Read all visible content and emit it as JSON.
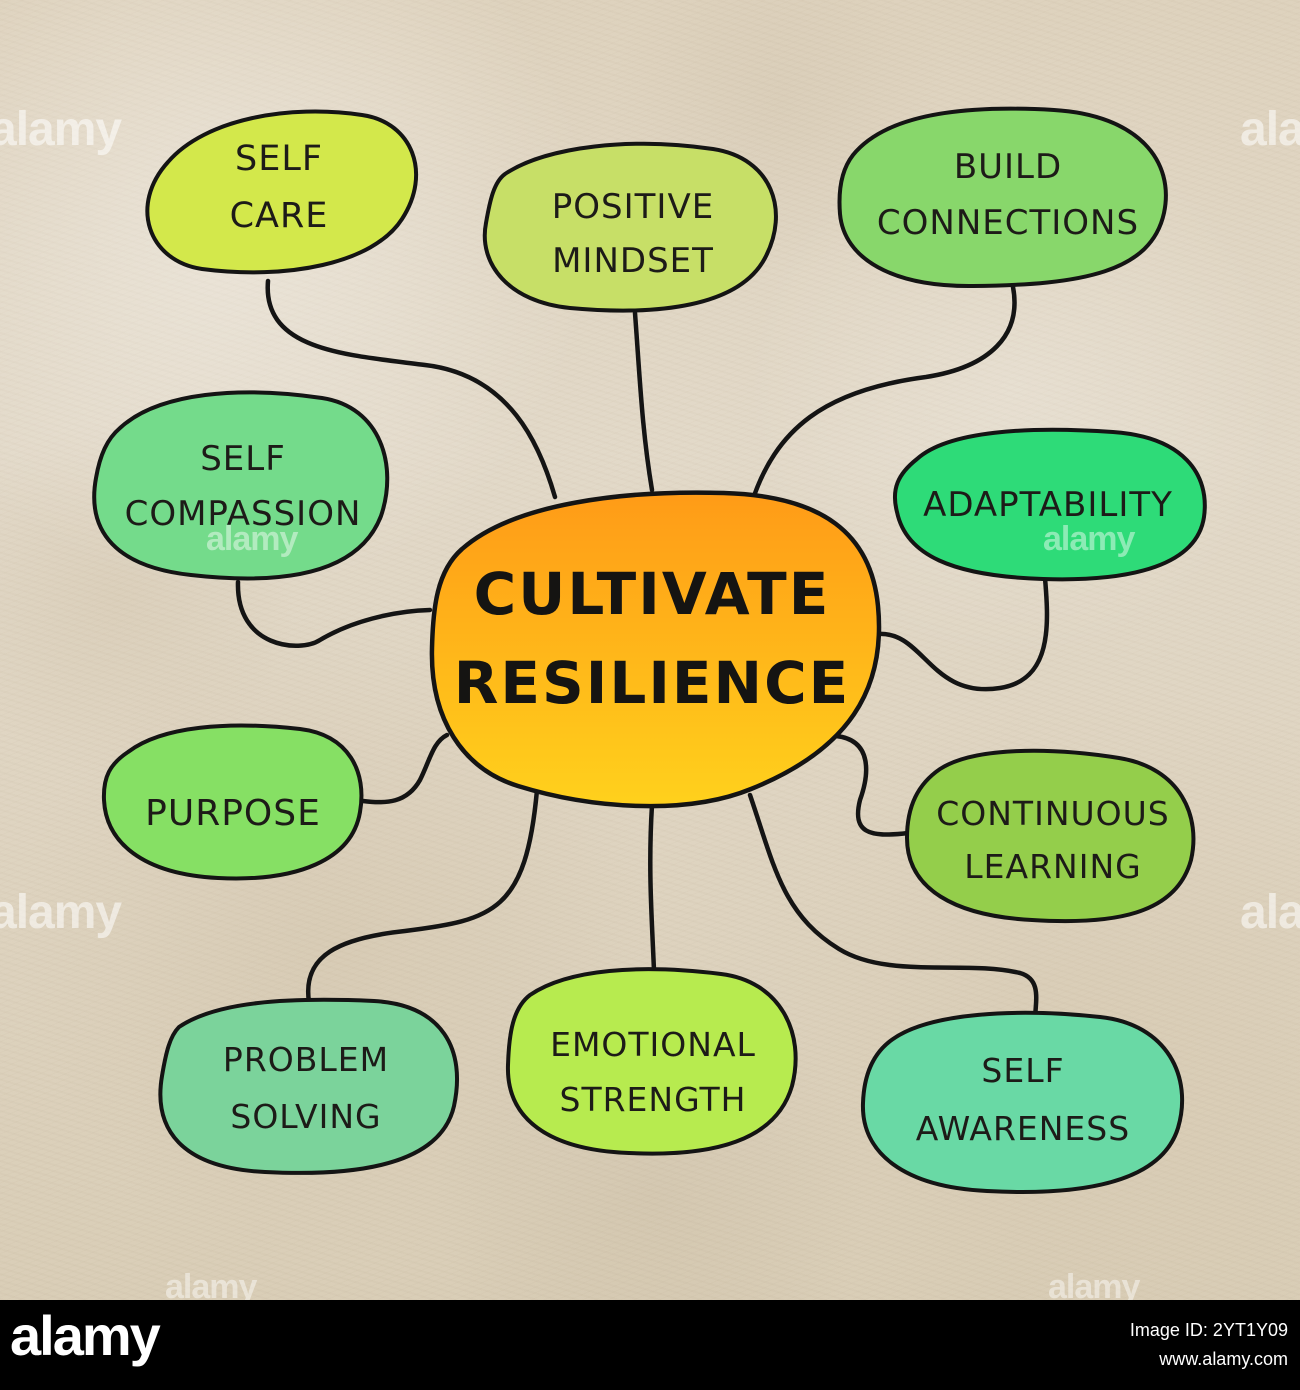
{
  "diagram": {
    "center": {
      "line1": "CULTIVATE",
      "line2": "RESILIENCE"
    },
    "nodes": [
      {
        "id": "self-care",
        "line1": "SELF",
        "line2": "CARE"
      },
      {
        "id": "positive-mindset",
        "line1": "POSITIVE",
        "line2": "MINDSET"
      },
      {
        "id": "build-connections",
        "line1": "BUILD",
        "line2": "CONNECTIONS"
      },
      {
        "id": "self-compassion",
        "line1": "SELF",
        "line2": "COMPASSION"
      },
      {
        "id": "adaptability",
        "line1": "ADAPTABILITY",
        "line2": ""
      },
      {
        "id": "purpose",
        "line1": "PURPOSE",
        "line2": ""
      },
      {
        "id": "continuous-learning",
        "line1": "CONTINUOUS",
        "line2": "LEARNING"
      },
      {
        "id": "problem-solving",
        "line1": "PROBLEM",
        "line2": "SOLVING"
      },
      {
        "id": "emotional-strength",
        "line1": "EMOTIONAL",
        "line2": "STRENGTH"
      },
      {
        "id": "self-awareness",
        "line1": "SELF",
        "line2": "AWARENESS"
      }
    ]
  },
  "colors": {
    "outline": "#141414",
    "center_top": "#ff9b17",
    "center_bottom": "#ffd11c",
    "self_care": "#d3e84b",
    "positive_mindset": "#c7df67",
    "build_connections": "#88d76b",
    "self_compassion": "#74db8b",
    "adaptability": "#2edb78",
    "purpose": "#86e064",
    "continuous_learning": "#94ce4b",
    "problem_solving": "#7bd39b",
    "emotional_strength": "#b7eb4f",
    "self_awareness": "#69d9a5"
  },
  "watermarks": {
    "alamy": "alamy"
  },
  "bottom_bar": {
    "logo": "alamy",
    "image_id_label": "Image ID: 2YT1Y09",
    "site": "www.alamy.com"
  }
}
